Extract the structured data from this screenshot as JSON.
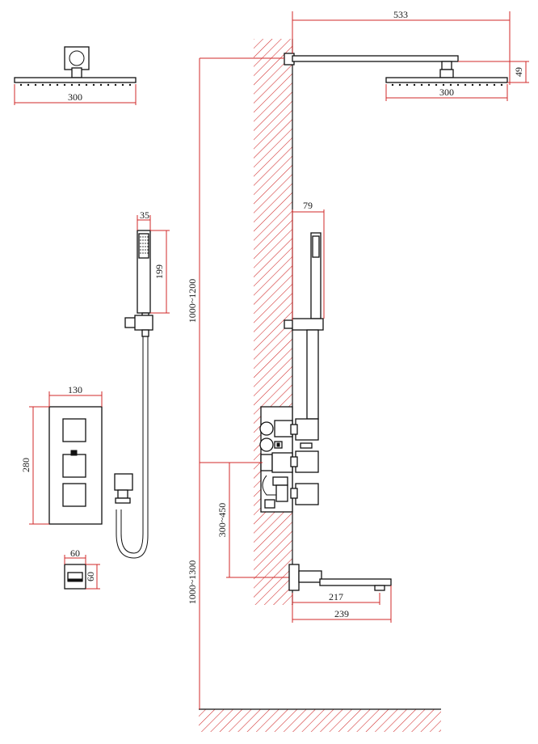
{
  "diagram": {
    "dimensions": {
      "arm_length": "533",
      "head_height": "49",
      "head_width_installed": "300",
      "head_width_top_view": "300",
      "handshower_width": "35",
      "handshower_length": "199",
      "rail_offset": "79",
      "head_height_range": "1000~1200",
      "valve_width": "130",
      "valve_height": "280",
      "valve_to_spout_range": "300~450",
      "spout_height_range": "1000~1300",
      "elbow_width": "60",
      "elbow_height": "60",
      "spout_projection": "217",
      "spout_total": "239"
    },
    "colors": {
      "dimension": "#d12a2a",
      "hatch": "#d12a2a",
      "outline": "#111111"
    }
  }
}
